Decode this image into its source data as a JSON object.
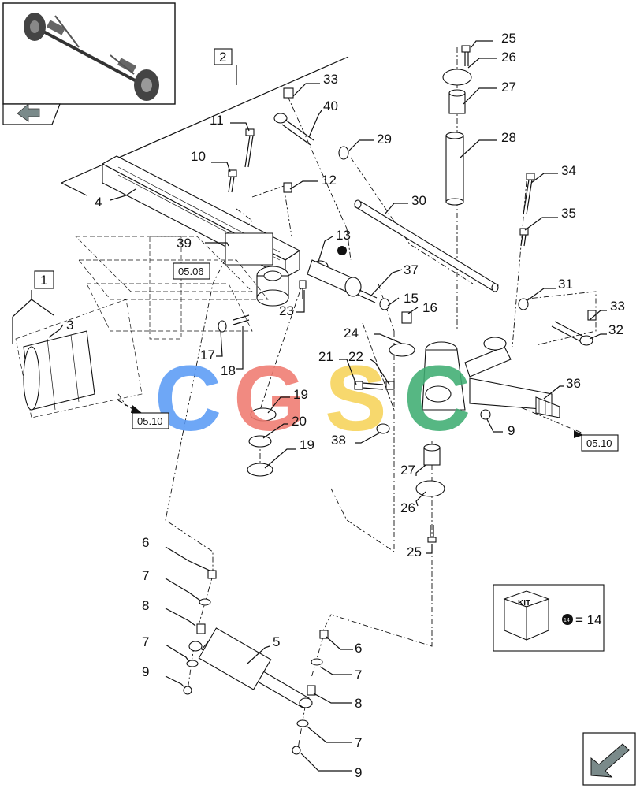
{
  "callouts": {
    "c25a": "25",
    "c26a": "26",
    "c27a": "27",
    "c28": "28",
    "c33a": "33",
    "c40": "40",
    "c29": "29",
    "c11": "11",
    "c10": "10",
    "c12": "12",
    "c4": "4",
    "c30": "30",
    "c34": "34",
    "c35": "35",
    "c13": "13",
    "c39": "39",
    "c37": "37",
    "c31": "31",
    "c23": "23",
    "c15": "15",
    "c16": "16",
    "c33b": "33",
    "c32": "32",
    "c3": "3",
    "c17": "17",
    "c18": "18",
    "c24": "24",
    "c21": "21",
    "c22": "22",
    "c36": "36",
    "c19a": "19",
    "c20": "20",
    "c19b": "19",
    "c38": "38",
    "c9a": "9",
    "c27b": "27",
    "c26b": "26",
    "c25b": "25",
    "c6a": "6",
    "c7a": "7",
    "c8a": "8",
    "c7b": "7",
    "c9b": "9",
    "c5": "5",
    "c6b": "6",
    "c7c": "7",
    "c8b": "8",
    "c7d": "7",
    "c9c": "9"
  },
  "boxes": {
    "assy2": "2",
    "assy1": "1",
    "ref_0506": "05.06",
    "ref_0510_left": "05.10",
    "ref_0510_right": "05.10"
  },
  "kit": {
    "label": "KIT",
    "marker_num": "14",
    "equation": "= 14"
  },
  "watermark": {
    "letters": [
      "C",
      "G",
      "S",
      "C"
    ],
    "colors": [
      "#5b9bf5",
      "#f07a70",
      "#f7d35a",
      "#3fae73"
    ]
  },
  "icons": [
    "thumbnail-axle",
    "nav-arrow-icon",
    "corner-arrow-icon",
    "kit-cube-icon"
  ]
}
